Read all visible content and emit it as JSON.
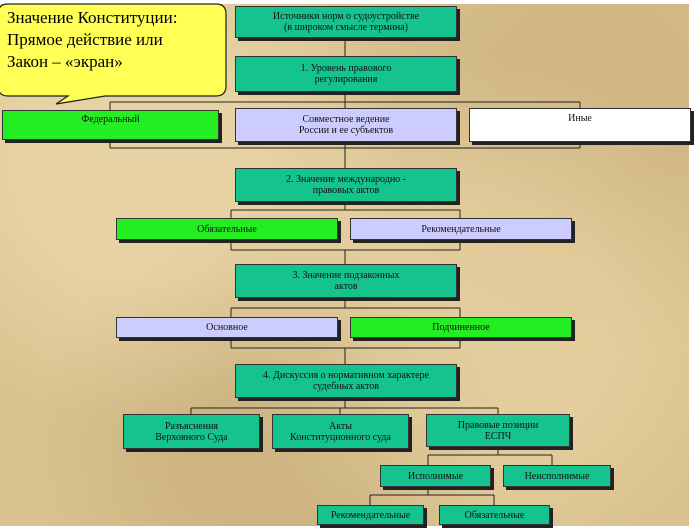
{
  "callout": {
    "line1": "Значение Конституции:",
    "line2": "Прямое действие или",
    "line3": "Закон – «экран»"
  },
  "nodes": {
    "root_line1": "Источники норм о судоустройстве",
    "root_line2": "(в широком смысле термина)",
    "level1_line1": "1. Уровень правового",
    "level1_line2": "регулирования",
    "federal": "Федеральный",
    "joint_line1": "Совместное ведение",
    "joint_line2": "России и ее субъектов",
    "other": "Иные",
    "level2_line1": "2. Значение международно -",
    "level2_line2": "правовых актов",
    "obligatory": "Обязательные",
    "recommended": "Рекомендательные",
    "level3_line1": "3. Значение подзаконных",
    "level3_line2": "актов",
    "main": "Основное",
    "subordinate": "Подчиненное",
    "level4_line1": "4. Дискуссия о нормативном характере",
    "level4_line2": "судебных актов",
    "sc_line1": "Разъяснения",
    "sc_line2": "Верховного Суда",
    "cc_line1": "Акты",
    "cc_line2": "Конституционного суда",
    "echr_line1": "Правовые позиции",
    "echr_line2": "ЕСПЧ",
    "enforceable": "Исполнимые",
    "unenforceable": "Неисполнимые",
    "echr_recommended": "Рекомендательные",
    "echr_obligatory": "Обязательные"
  },
  "colors": {
    "teal": "#14c38e",
    "green": "#22ee22",
    "lavender": "#ccccff",
    "callout": "#ffff55"
  }
}
